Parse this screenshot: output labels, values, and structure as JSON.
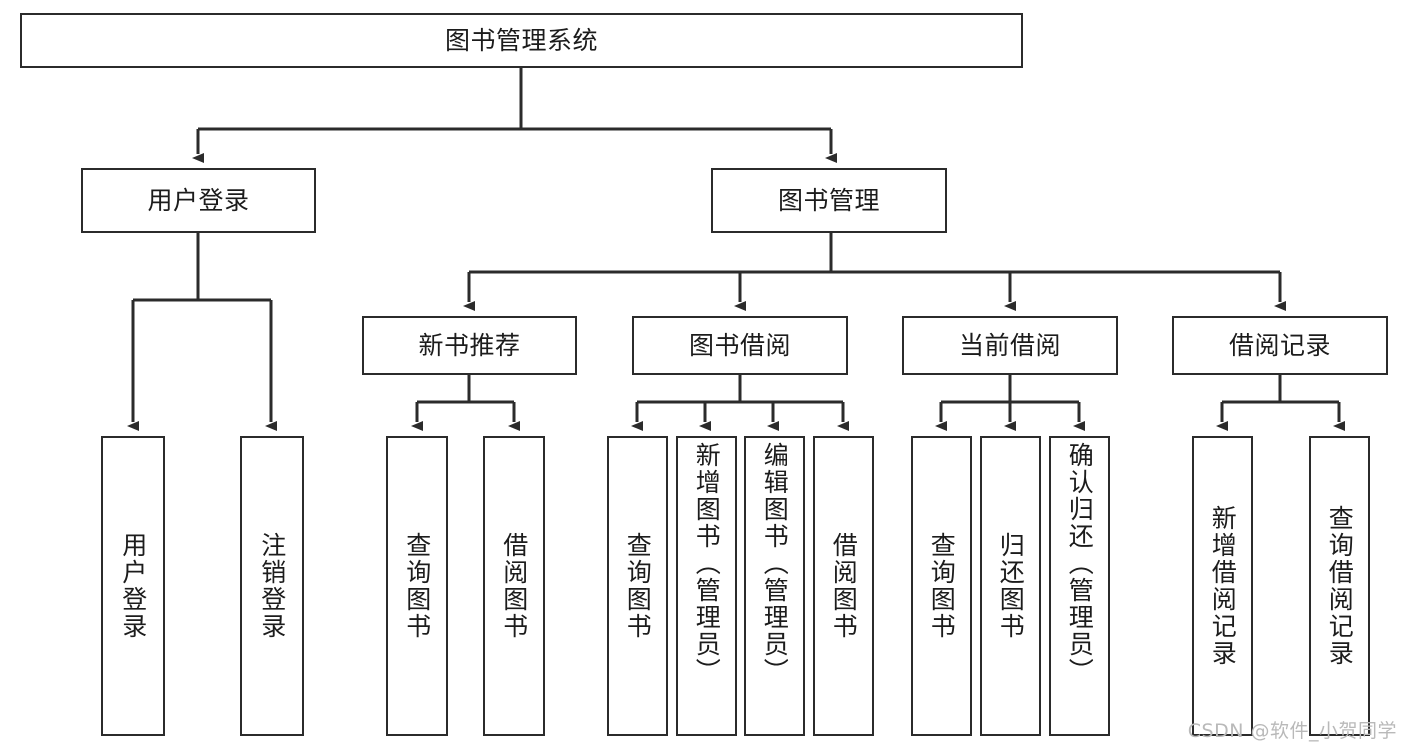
{
  "diagram": {
    "type": "tree-hierarchy",
    "title": "图书管理系统",
    "watermark": "CSDN @软件_小贺同学",
    "colors": {
      "node_border": "#2b2b2b",
      "node_fill": "#ffffff",
      "edge": "#2b2b2b",
      "text": "#1c1c1c",
      "watermark": "#b9b9b9",
      "background": "#ffffff"
    },
    "levels": {
      "root": "图书管理系统",
      "level2": [
        "用户登录",
        "图书管理"
      ],
      "level3": [
        "新书推荐",
        "图书借阅",
        "当前借阅",
        "借阅记录"
      ]
    },
    "nodes": {
      "root": {
        "label": "图书管理系统"
      },
      "user_login": {
        "label": "用户登录"
      },
      "book_manage": {
        "label": "图书管理"
      },
      "new_book_rec": {
        "label": "新书推荐"
      },
      "book_borrow": {
        "label": "图书借阅"
      },
      "current_borrow": {
        "label": "当前借阅"
      },
      "borrow_record": {
        "label": "借阅记录"
      },
      "leaf_user_login": {
        "label": "用户登录"
      },
      "leaf_logout": {
        "label": "注销登录"
      },
      "leaf_query_book_1": {
        "label": "查询图书"
      },
      "leaf_borrow_book_1": {
        "label": "借阅图书"
      },
      "leaf_query_book_2": {
        "label": "查询图书"
      },
      "leaf_add_book": {
        "label": "新增图书（管理员）"
      },
      "leaf_edit_book": {
        "label": "编辑图书（管理员）"
      },
      "leaf_borrow_book_2": {
        "label": "借阅图书"
      },
      "leaf_query_book_3": {
        "label": "查询图书"
      },
      "leaf_return_book": {
        "label": "归还图书"
      },
      "leaf_confirm_return": {
        "label": "确认归还（管理员）"
      },
      "leaf_add_record": {
        "label": "新增借阅记录"
      },
      "leaf_query_record": {
        "label": "查询借阅记录"
      }
    },
    "edges": [
      {
        "from": "root",
        "to": "user_login"
      },
      {
        "from": "root",
        "to": "book_manage"
      },
      {
        "from": "user_login",
        "to": "leaf_user_login"
      },
      {
        "from": "user_login",
        "to": "leaf_logout"
      },
      {
        "from": "book_manage",
        "to": "new_book_rec"
      },
      {
        "from": "book_manage",
        "to": "book_borrow"
      },
      {
        "from": "book_manage",
        "to": "current_borrow"
      },
      {
        "from": "book_manage",
        "to": "borrow_record"
      },
      {
        "from": "new_book_rec",
        "to": "leaf_query_book_1"
      },
      {
        "from": "new_book_rec",
        "to": "leaf_borrow_book_1"
      },
      {
        "from": "book_borrow",
        "to": "leaf_query_book_2"
      },
      {
        "from": "book_borrow",
        "to": "leaf_add_book"
      },
      {
        "from": "book_borrow",
        "to": "leaf_edit_book"
      },
      {
        "from": "book_borrow",
        "to": "leaf_borrow_book_2"
      },
      {
        "from": "current_borrow",
        "to": "leaf_query_book_3"
      },
      {
        "from": "current_borrow",
        "to": "leaf_return_book"
      },
      {
        "from": "current_borrow",
        "to": "leaf_confirm_return"
      },
      {
        "from": "borrow_record",
        "to": "leaf_add_record"
      },
      {
        "from": "borrow_record",
        "to": "leaf_query_record"
      }
    ]
  }
}
